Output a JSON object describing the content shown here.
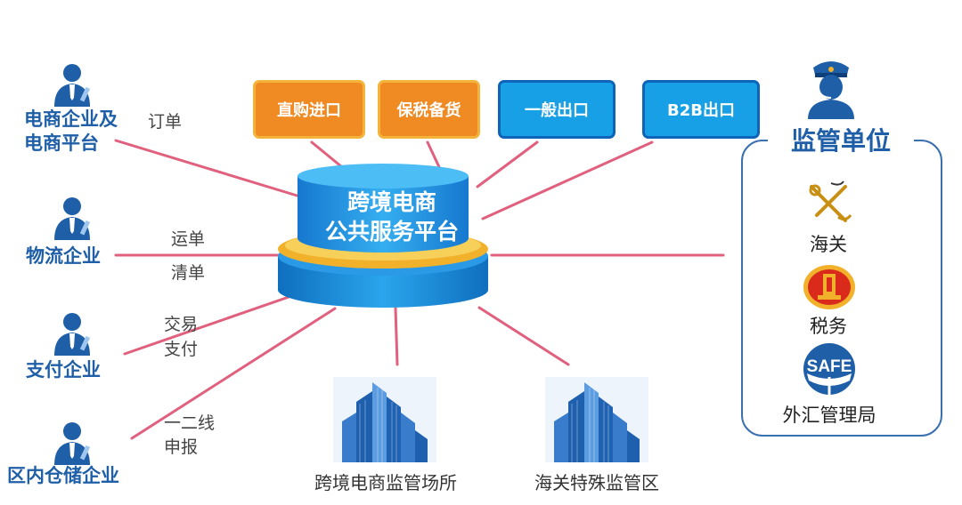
{
  "platform": {
    "line1": "跨境电商",
    "line2": "公共服务平台"
  },
  "trade_modes": [
    {
      "label": "直购进口",
      "color": "#f08a23"
    },
    {
      "label": "保税备货",
      "color": "#f08a23"
    },
    {
      "label": "一般出口",
      "color": "#18a0e6"
    },
    {
      "label": "B2B出口",
      "color": "#18a0e6"
    }
  ],
  "actors": [
    {
      "label_line1": "电商企业及",
      "label_line2": "电商平台",
      "icon": "business-person-icon"
    },
    {
      "label_line1": "物流企业",
      "label_line2": "",
      "icon": "business-person-icon"
    },
    {
      "label_line1": "支付企业",
      "label_line2": "",
      "icon": "business-person-icon"
    },
    {
      "label_line1": "区内仓储企业",
      "label_line2": "",
      "icon": "business-person-icon"
    }
  ],
  "edge_labels": {
    "order": "订单",
    "waybill": "运单",
    "manifest": "清单",
    "transaction_line1": "交易",
    "transaction_line2": "支付",
    "declaration_line1": "一二线",
    "declaration_line2": "申报"
  },
  "regulators": {
    "title": "监管单位",
    "icon": "officer-icon",
    "items": [
      {
        "name": "海关",
        "icon": "customs-emblem-icon"
      },
      {
        "name": "税务",
        "icon": "tax-emblem-icon"
      },
      {
        "name": "外汇管理局",
        "icon": "safe-logo-icon",
        "logo_text": "SAFE"
      }
    ]
  },
  "sites": [
    {
      "label": "跨境电商监管场所",
      "icon": "building-icon"
    },
    {
      "label": "海关特殊监管区",
      "icon": "building-icon"
    }
  ],
  "colors": {
    "connector": "#e0607e",
    "label_blue": "#1f5fa8",
    "platform_blue": "#1a86d6",
    "platform_gold": "#f2b12b",
    "orange": "#f08a23",
    "sky_blue": "#18a0e6"
  }
}
